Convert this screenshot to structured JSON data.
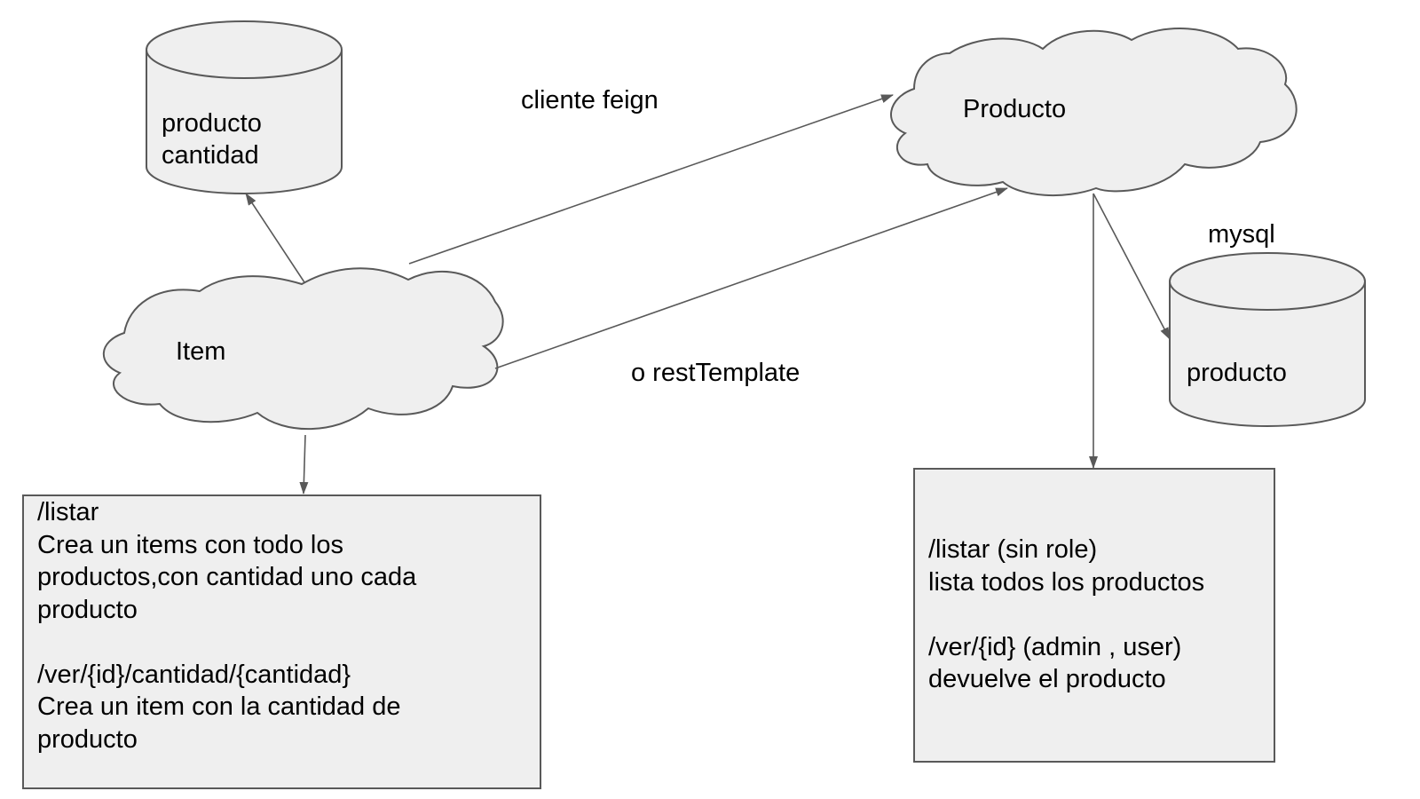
{
  "db_left": {
    "lines": [
      "producto",
      "cantidad"
    ]
  },
  "db_right": {
    "title": "mysql",
    "label": "producto"
  },
  "cloud_item": {
    "label": "Item"
  },
  "cloud_producto": {
    "label": "Producto"
  },
  "edge_labels": {
    "feign": "cliente feign",
    "rest": "o restTemplate"
  },
  "box_item": {
    "text": "/listar\nCrea un items con todo los\nproductos,con cantidad uno cada\nproducto\n\n/ver/{id}/cantidad/{cantidad}\nCrea un item con la cantidad de\nproducto"
  },
  "box_producto": {
    "text": "/listar (sin role)\nlista todos los productos\n\n/ver/{id} (admin , user)\ndevuelve el producto"
  },
  "colors": {
    "fill": "#efefef",
    "stroke": "#595959"
  }
}
